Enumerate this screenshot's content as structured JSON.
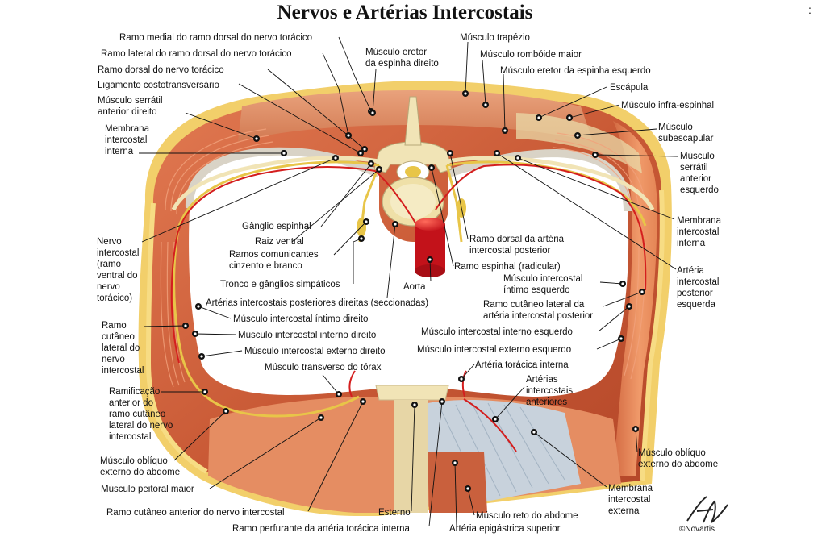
{
  "title": "Nervos e Artérias Intercostais",
  "corner_mark": ":",
  "signature": "F. Netter",
  "copyright": "©Novartis",
  "labels": {
    "ramo_medial": "Ramo medial do ramo dorsal do nervo torácico",
    "ramo_lateral": "Ramo lateral do ramo dorsal do nervo torácico",
    "ramo_dorsal": "Ramo dorsal do nervo torácico",
    "ligamento": "Ligamento costotransversário",
    "serratil_dir": [
      "Músculo serrátil",
      "anterior direito"
    ],
    "membrana_int_interna": [
      "Membrana",
      "intercostal",
      "interna"
    ],
    "eretor_dir": [
      "Músculo eretor",
      "da espinha direito"
    ],
    "trapezio": "Músculo trapézio",
    "romboide": "Músculo rombóide maior",
    "eretor_esq": "Músculo eretor da espinha esquerdo",
    "escapula": "Escápula",
    "infra": "Músculo infra-espinhal",
    "subescapular": [
      "Músculo",
      "subescapular"
    ],
    "serratil_esq": [
      "Músculo",
      "serrátil",
      "anterior",
      "esquerdo"
    ],
    "membrana_int_interna_esq": [
      "Membrana",
      "intercostal",
      "interna"
    ],
    "arteria_ic_post_esq": [
      "Artéria",
      "intercostal",
      "posterior",
      "esquerda"
    ],
    "ganglio": "Gânglio espinhal",
    "raiz": "Raiz ventral",
    "comunicantes": [
      "Ramos comunicantes",
      "cinzento e branco"
    ],
    "tronco": "Tronco e gânglios simpáticos",
    "aorta": "Aorta",
    "ramo_dorsal_art": [
      "Ramo dorsal da artéria",
      "intercostal posterior"
    ],
    "ramo_espinhal": "Ramo espinhal (radicular)",
    "nervo_intercostal": [
      "Nervo",
      "intercostal",
      "(ramo",
      "ventral do",
      "nervo",
      "torácico)"
    ],
    "art_post_dir": "Artérias intercostais posteriores direitas (seccionadas)",
    "intimo_dir": "Músculo intercostal íntimo direito",
    "interno_dir": "Músculo intercostal interno direito",
    "externo_dir": "Músculo intercostal externo direito",
    "intimo_esq": [
      "Músculo intercostal",
      "íntimo esquerdo"
    ],
    "ramo_cut_lat_art": [
      "Ramo cutâneo lateral da",
      "artéria intercostal posterior"
    ],
    "interno_esq": "Músculo intercostal interno esquerdo",
    "externo_esq": "Músculo intercostal externo esquerdo",
    "ramo_cut_lat_nervo": [
      "Ramo",
      "cutâneo",
      "lateral do",
      "nervo",
      "intercostal"
    ],
    "transverso": "Músculo transverso do tórax",
    "toracica_interna": "Artéria torácica interna",
    "art_ic_anteriores": [
      "Artérias",
      "intercostais",
      "anteriores"
    ],
    "ramificacao": [
      "Ramificação",
      "anterior do",
      "ramo cutâneo",
      "lateral do nervo",
      "intercostal"
    ],
    "obliquo_dir": [
      "Músculo oblíquo",
      "externo do abdome"
    ],
    "peitoral": "Músculo peitoral maior",
    "ramo_cut_ant": "Ramo cutâneo anterior do nervo intercostal",
    "esterno": "Esterno",
    "ramo_perfurante": "Ramo perfurante da artéria torácica interna",
    "reto": "Músculo reto do abdome",
    "epigastrica": "Artéria epigástrica superior",
    "obliquo_esq": [
      "Músculo oblíquo",
      "externo do abdome"
    ],
    "membrana_ext": [
      "Membrana",
      "intercostal",
      "externa"
    ]
  },
  "colors": {
    "skin": "#f2cf6a",
    "fat": "#f7dc84",
    "muscle": "#c9603d",
    "muscle_light": "#e58d62",
    "muscle_dark": "#a8432a",
    "artery": "#d41e1e",
    "nerve": "#e8c548",
    "bone": "#f1e4b6",
    "membrane": "#c8d2dc",
    "line": "#111111"
  }
}
